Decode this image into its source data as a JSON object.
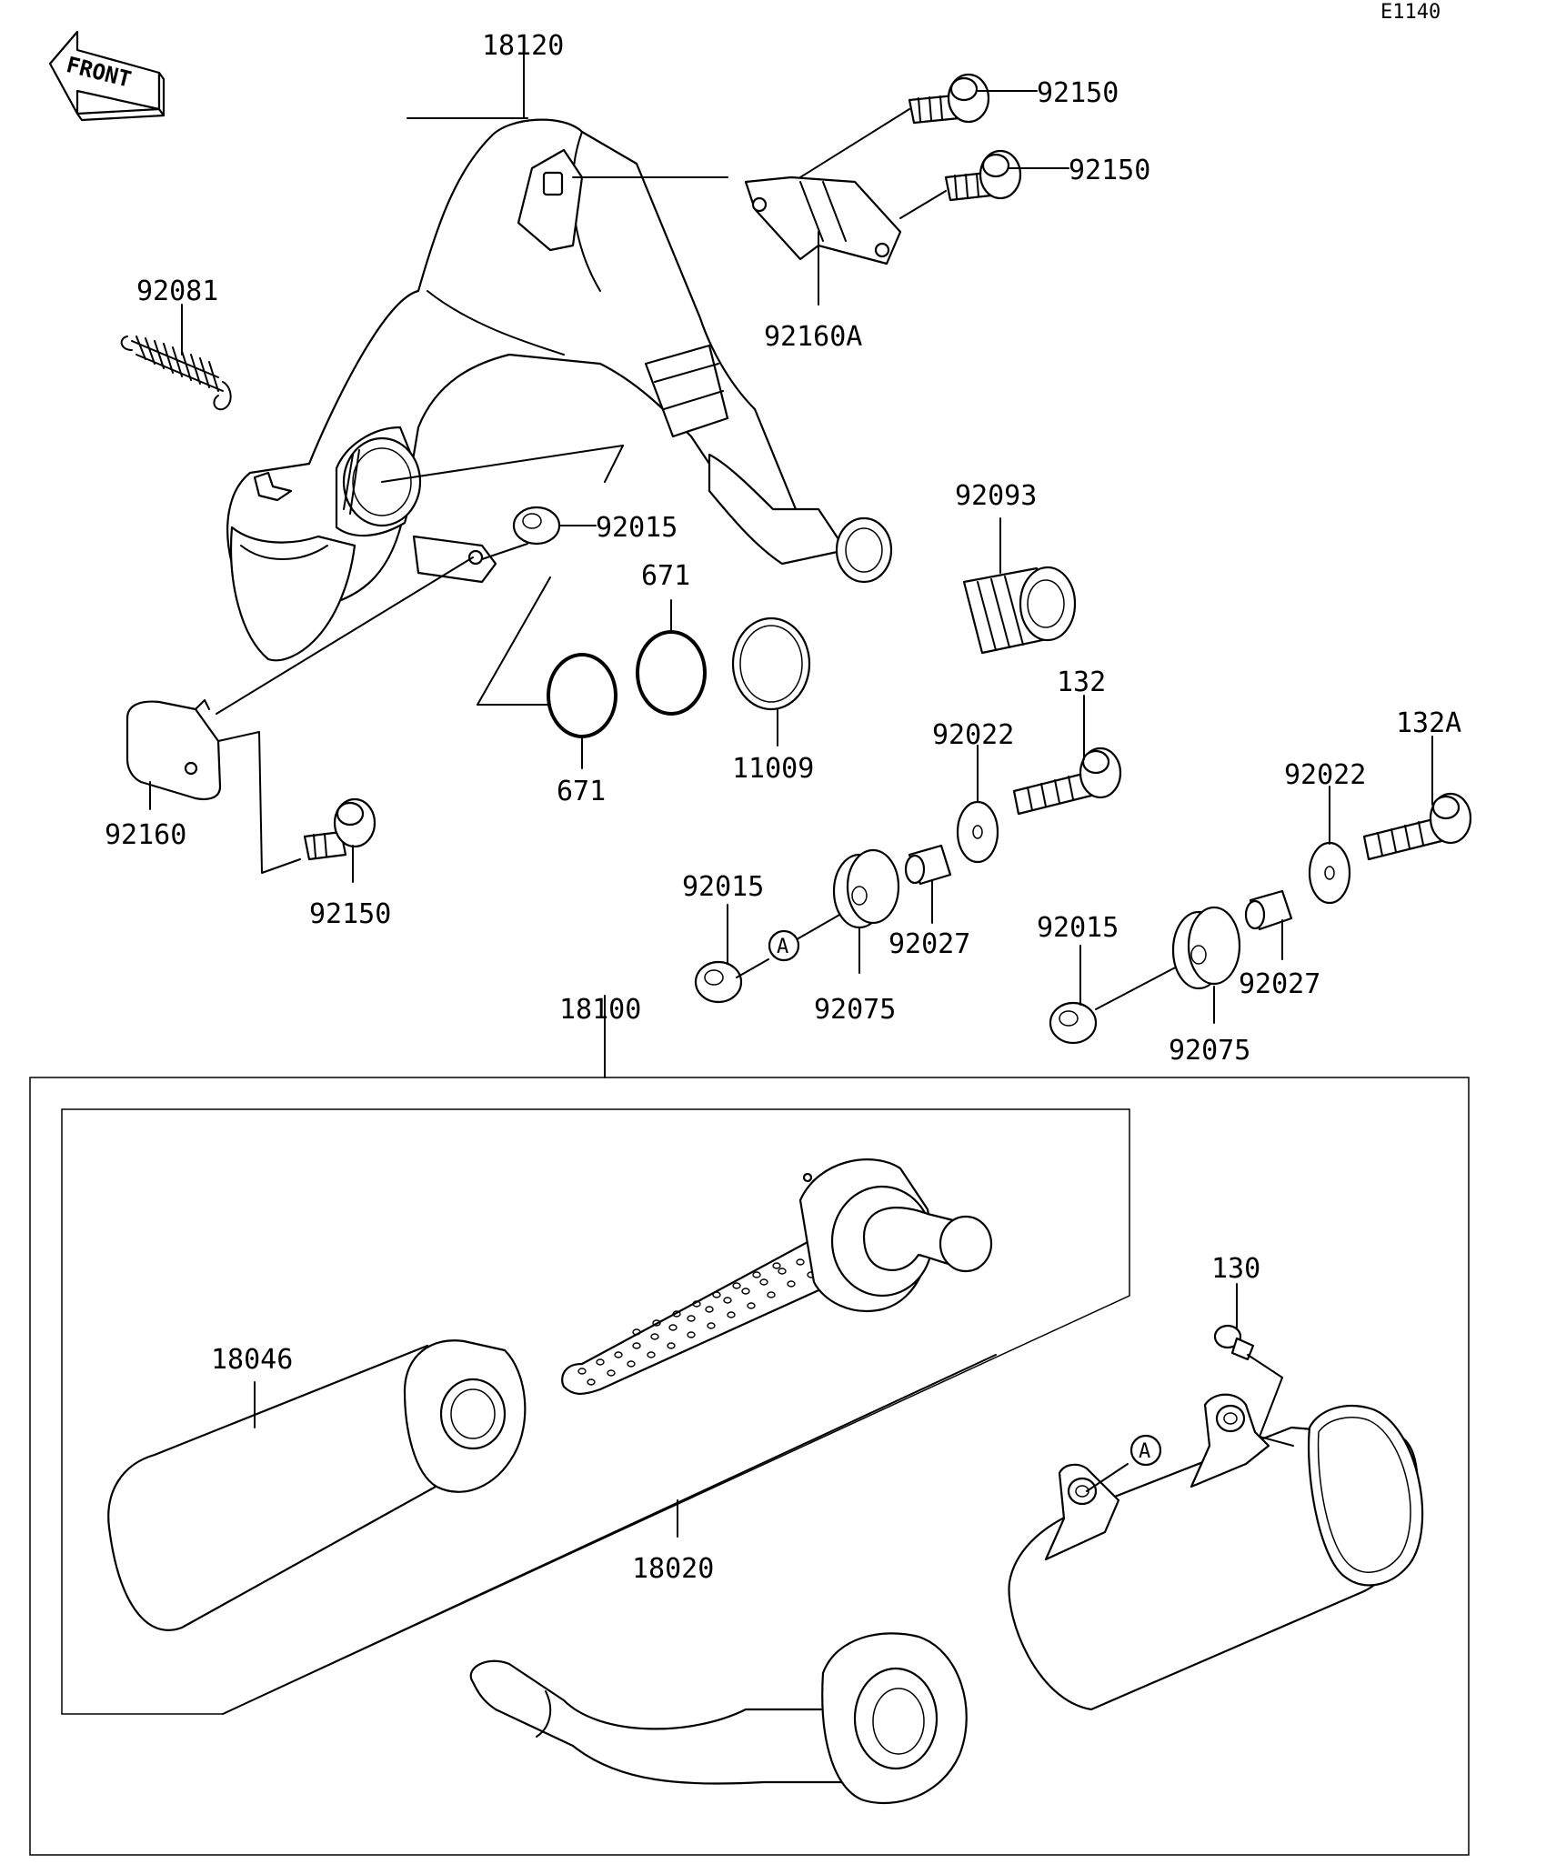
{
  "diagram_code": "E1140",
  "front_label": "FRONT",
  "marker_a": "A",
  "labels": {
    "p18120": "18120",
    "p92150_top1": "92150",
    "p92150_top2": "92150",
    "p92160a": "92160A",
    "p92081": "92081",
    "p92015_upper": "92015",
    "p671_upper": "671",
    "p671_lower": "671",
    "p11009": "11009",
    "p92093": "92093",
    "p132": "132",
    "p132a": "132A",
    "p92022_left": "92022",
    "p92022_right": "92022",
    "p92160": "92160",
    "p92150_bottom": "92150",
    "p92015_mid": "92015",
    "p92075_left": "92075",
    "p92027_left": "92027",
    "p92015_right": "92015",
    "p92075_right": "92075",
    "p92027_right": "92027",
    "p18100": "18100",
    "p130": "130",
    "p18046": "18046",
    "p18020": "18020"
  }
}
